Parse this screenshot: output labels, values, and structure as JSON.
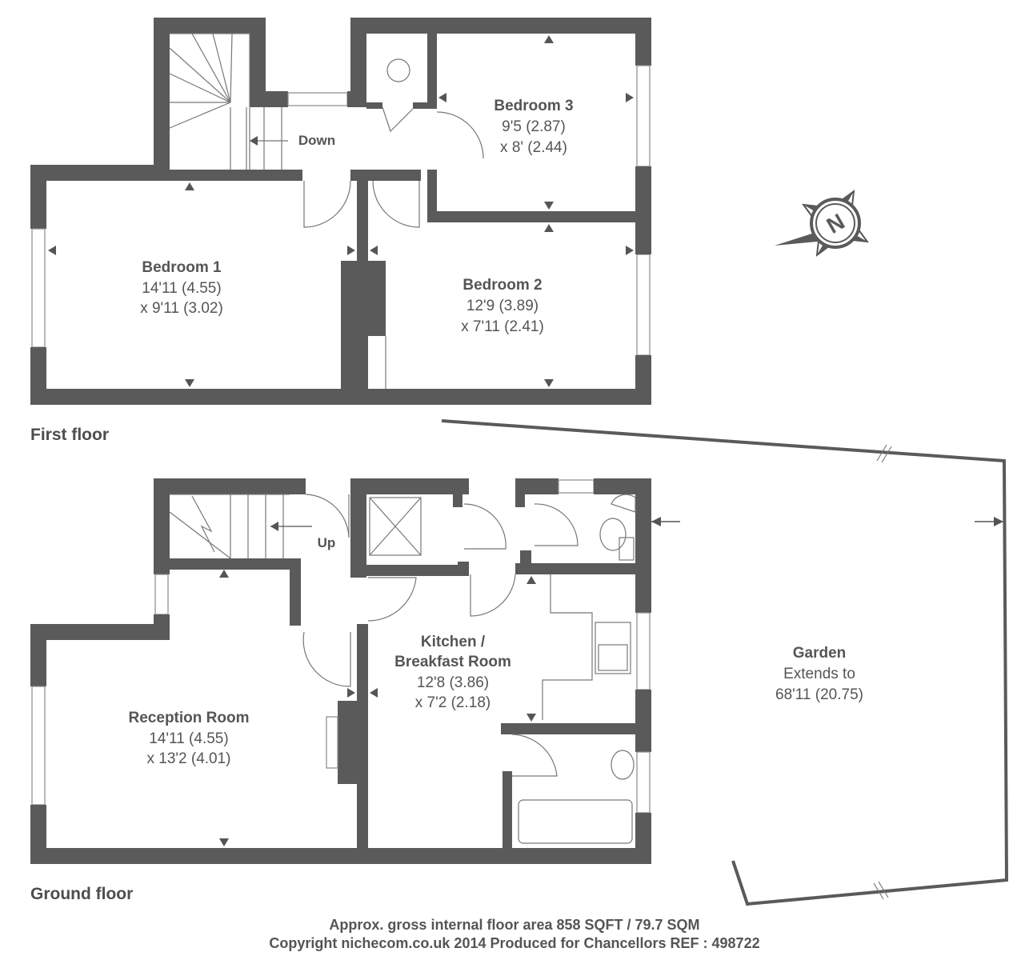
{
  "first_floor": {
    "label": "First floor",
    "stairs_label": "Down",
    "rooms": [
      {
        "name": "Bedroom 3",
        "dim1": "9'5 (2.87)",
        "dim2": "x 8' (2.44)"
      },
      {
        "name": "Bedroom 1",
        "dim1": "14'11 (4.55)",
        "dim2": "x 9'11 (3.02)"
      },
      {
        "name": "Bedroom 2",
        "dim1": "12'9 (3.89)",
        "dim2": "x 7'11 (2.41)"
      }
    ]
  },
  "ground_floor": {
    "label": "Ground floor",
    "stairs_label": "Up",
    "rooms": [
      {
        "name_line1": "Kitchen /",
        "name_line2": "Breakfast Room",
        "dim1": "12'8 (3.86)",
        "dim2": "x 7'2 (2.18)"
      },
      {
        "name": "Reception Room",
        "dim1": "14'11 (4.55)",
        "dim2": "x 13'2 (4.01)"
      }
    ],
    "garden": {
      "name": "Garden",
      "line2": "Extends to",
      "line3": "68'11 (20.75)"
    }
  },
  "compass": {
    "letter": "N",
    "icon": "compass-icon"
  },
  "footer": {
    "area": "Approx. gross internal floor area 858 SQFT / 79.7 SQM",
    "copyright": "Copyright nichecom.co.uk 2014 Produced for Chancellors REF : 498722"
  }
}
